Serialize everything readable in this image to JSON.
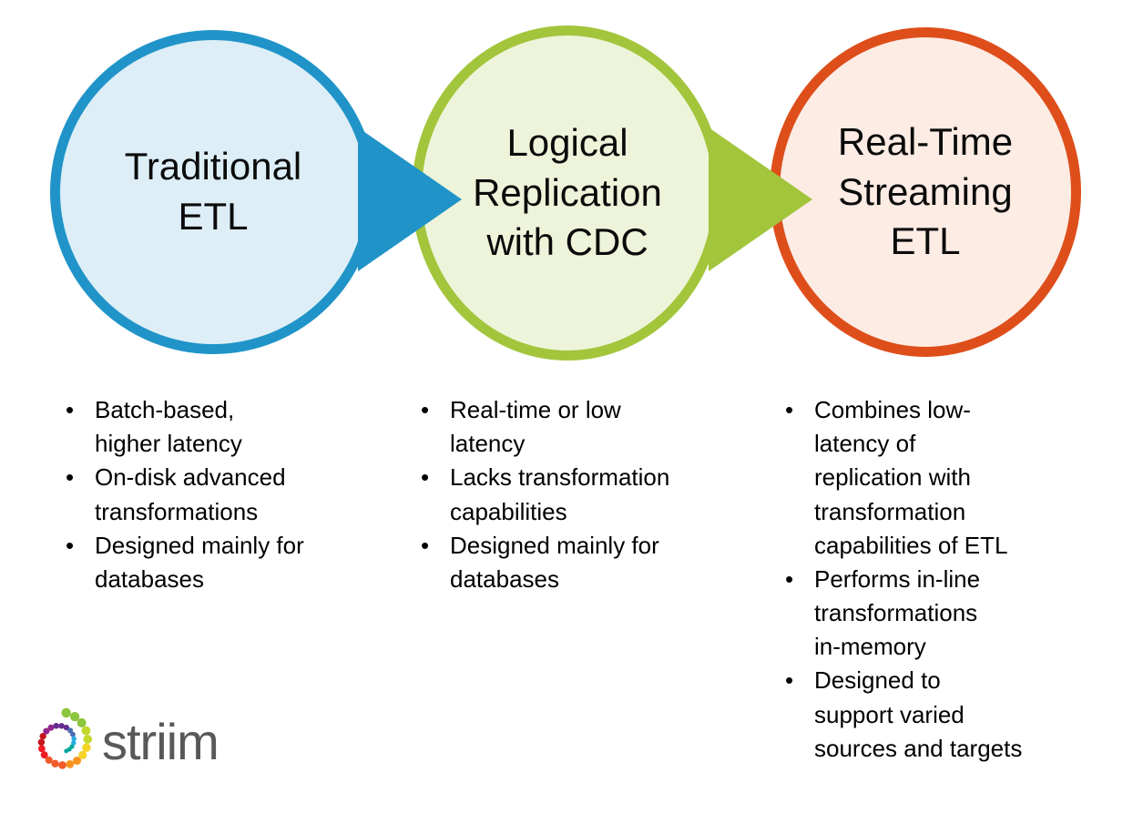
{
  "colors": {
    "stage1_border": "#2094c8",
    "stage1_fill": "#ddeef7",
    "stage2_border": "#a2c53b",
    "stage2_fill": "#eef4da",
    "stage3_border": "#de4e1b",
    "stage3_fill": "#fcece4",
    "body_text": "#000000",
    "logo_text": "#58595b"
  },
  "stages": [
    {
      "title": "Traditional\nETL",
      "bullets": [
        "Batch-based,\nhigher latency",
        "On-disk advanced\ntransformations",
        "Designed mainly for\ndatabases"
      ]
    },
    {
      "title": "Logical\nReplication\nwith CDC",
      "bullets": [
        "Real-time or low\nlatency",
        "Lacks transformation\ncapabilities",
        "Designed mainly for\ndatabases"
      ]
    },
    {
      "title": "Real-Time\nStreaming\nETL",
      "bullets": [
        "Combines low-\nlatency of\nreplication with\ntransformation\ncapabilities of ETL",
        "Performs in-line\ntransformations\nin-memory",
        "Designed to\nsupport varied\nsources and targets"
      ]
    }
  ],
  "logo": {
    "wordmark": "striim"
  }
}
